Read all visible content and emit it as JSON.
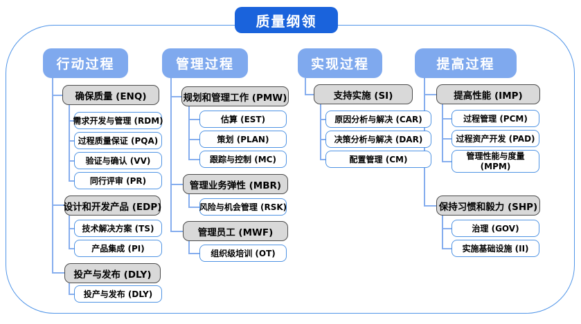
{
  "title": "质量纲领",
  "colors": {
    "title_bg": "#1A63DC",
    "header_bg": "#7FA9EE",
    "group_bg": "#D9D9D9",
    "group_border": "#4A4A4A",
    "leaf_border": "#4D92E3",
    "connector": "#85ADEE",
    "frame_border": "#4F94E8"
  },
  "columns": [
    {
      "header": "行动过程",
      "groups": [
        {
          "label": "确保质量 (ENQ)",
          "children": [
            "需求开发与管理 (RDM)",
            "过程质量保证 (PQA)",
            "验证与确认 (VV)",
            "同行评审 (PR)"
          ]
        },
        {
          "label": "设计和开发产品 (EDP)",
          "children": [
            "技术解决方案 (TS)",
            "产品集成 (PI)"
          ]
        },
        {
          "label": "投产与发布 (DLY)",
          "children": [
            "投产与发布 (DLY)"
          ]
        }
      ]
    },
    {
      "header": "管理过程",
      "groups": [
        {
          "label": "规划和管理工作 (PMW)",
          "children": [
            "估算 (EST)",
            "策划 (PLAN)",
            "跟踪与控制 (MC)"
          ]
        },
        {
          "label": "管理业务弹性 (MBR)",
          "children": [
            "风险与机会管理 (RSK)"
          ]
        },
        {
          "label": "管理员工 (MWF)",
          "children": [
            "组织级培训 (OT)"
          ]
        }
      ]
    },
    {
      "header": "实现过程",
      "groups": [
        {
          "label": "支持实施 (SI)",
          "children": [
            "原因分析与解决 (CAR)",
            "决策分析与解决 (DAR)",
            "配置管理 (CM)"
          ]
        }
      ]
    },
    {
      "header": "提高过程",
      "groups": [
        {
          "label": "提高性能 (IMP)",
          "children": [
            "过程管理 (PCM)",
            "过程资产开发 (PAD)",
            "管理性能与度量 (MPM)"
          ]
        },
        {
          "label": "保持习惯和毅力 (SHP)",
          "children": [
            "治理 (GOV)",
            "实施基础设施 (II)"
          ]
        }
      ]
    }
  ]
}
